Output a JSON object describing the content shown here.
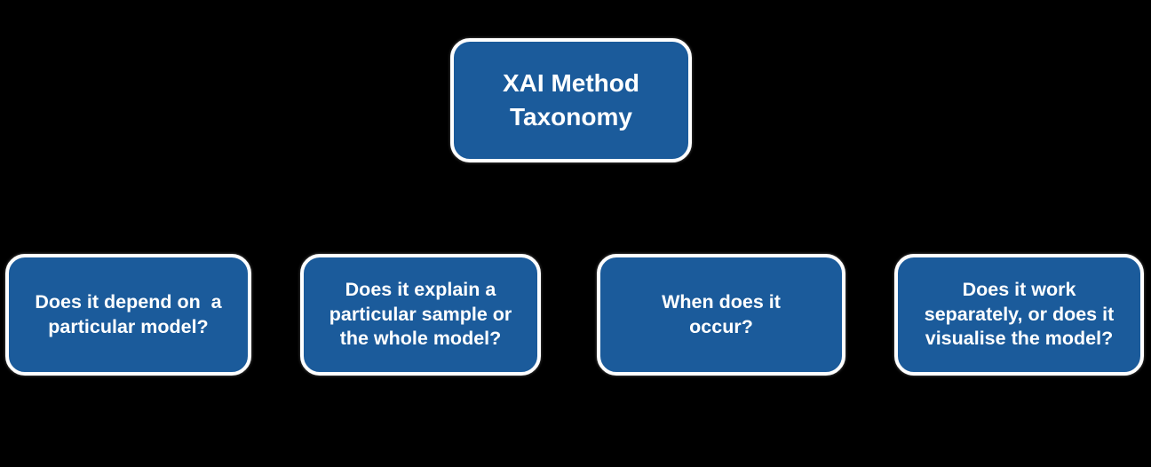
{
  "page": {
    "background": "#000000"
  },
  "diagram": {
    "root": {
      "label": "XAI Method\nTaxonomy"
    },
    "children": [
      {
        "label": "Does it depend on  a\nparticular model?"
      },
      {
        "label": "Does it explain a\nparticular sample or\nthe whole model?"
      },
      {
        "label": "When does it\noccur?"
      },
      {
        "label": "Does it work\nseparately, or does it\nvisualise the model?"
      }
    ],
    "style": {
      "node_fill": "#1B5B9B",
      "node_border": "#FFFFFF",
      "node_text": "#FFFFFF"
    }
  }
}
